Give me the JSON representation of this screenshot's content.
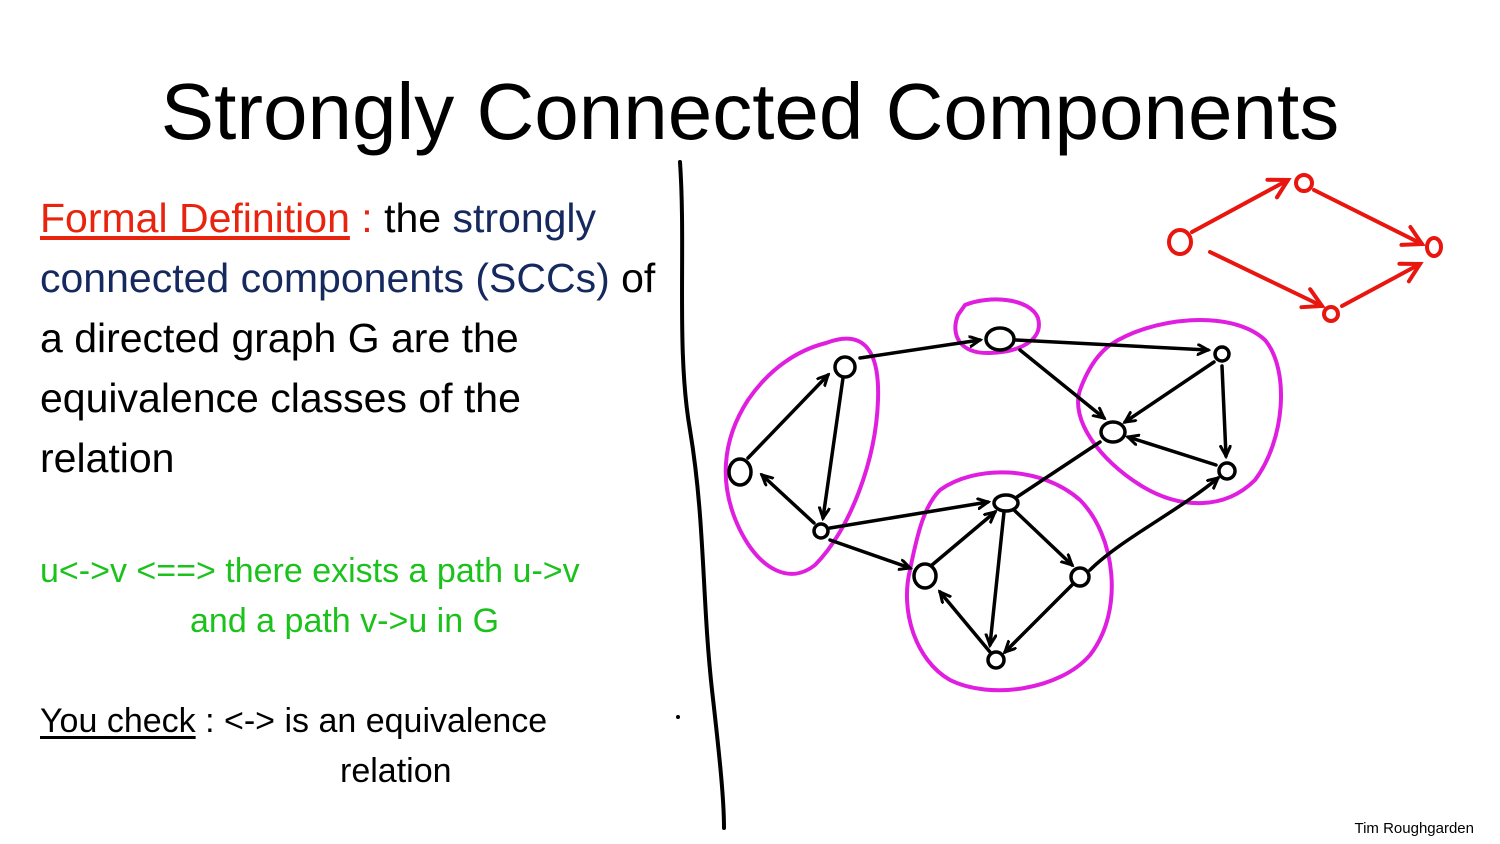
{
  "slide": {
    "title": "Strongly Connected Components",
    "definition_label": "Formal Definition",
    "definition_colon": " :",
    "definition_lead": " the",
    "scc_term": "strongly connected components (SCCs)",
    "definition_rest": " of a directed graph G are the equivalence classes of the relation",
    "relation_line1": "u<->v <==> there exists a path u->v",
    "relation_line2": "and a path v->u in G",
    "check_label": "You check",
    "check_line1": " : <-> is an equivalence",
    "check_line2": "relation",
    "credit": "Tim Roughgarden"
  },
  "colors": {
    "definition": "#e8240f",
    "scc_term": "#15295e",
    "relation": "#1cc21c",
    "scc_circle": "#e01ee0",
    "red_graph": "#e8160f",
    "ink": "#000000"
  }
}
